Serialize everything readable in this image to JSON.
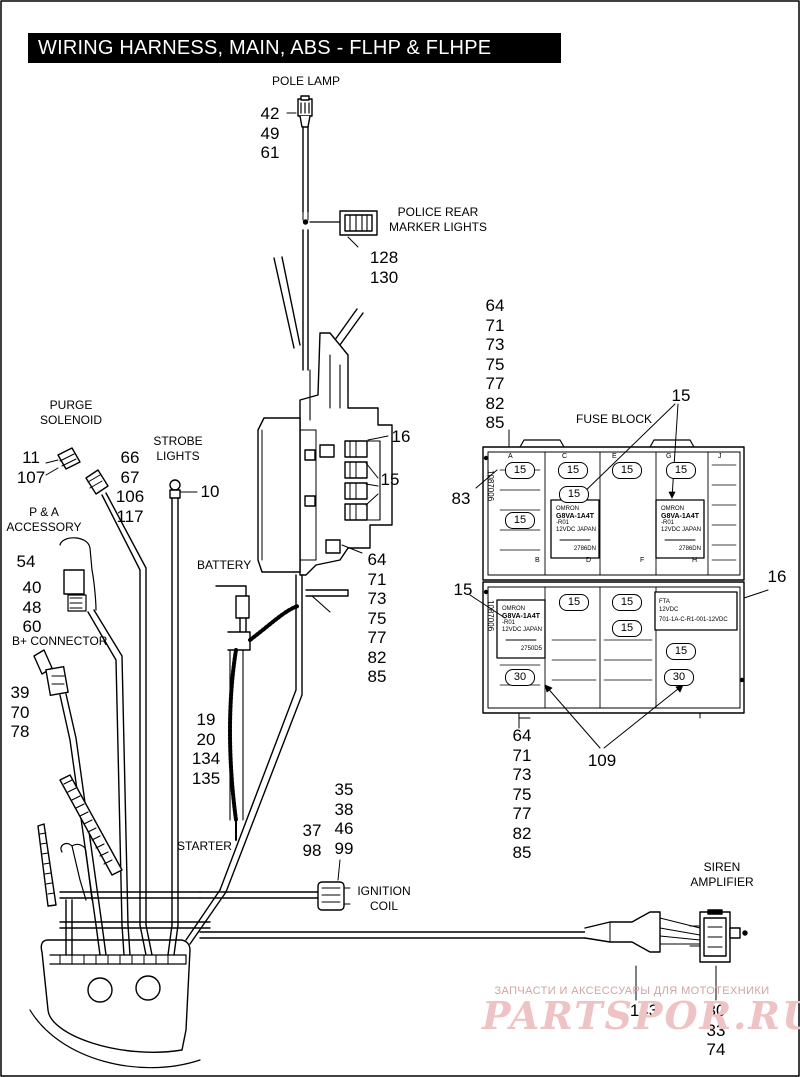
{
  "title": "WIRING HARNESS, MAIN, ABS - FLHP & FLHPE",
  "labels": {
    "pole_lamp": "POLE LAMP",
    "police_rear_marker": [
      "POLICE REAR",
      "MARKER LIGHTS"
    ],
    "purge_solenoid": [
      "PURGE",
      "SOLENOID"
    ],
    "strobe_lights": [
      "STROBE",
      "LIGHTS"
    ],
    "pa_accessory": [
      "P & A",
      "ACCESSORY"
    ],
    "b_plus_connector": "B+ CONNECTOR",
    "battery": "BATTERY",
    "starter": "STARTER",
    "ignition_coil": [
      "IGNITION",
      "COIL"
    ],
    "siren_amplifier": [
      "SIREN",
      "AMPLIFIER"
    ],
    "fuse_block": "FUSE BLOCK"
  },
  "callouts": {
    "pole_lamp_parts": [
      "42",
      "49",
      "61"
    ],
    "rear_marker_parts": [
      "128",
      "130"
    ],
    "purge_left": [
      "11",
      "107"
    ],
    "purge_right": [
      "66",
      "67",
      "106",
      "117"
    ],
    "strobe": "10",
    "pa_top": "54",
    "pa_parts": [
      "40",
      "48",
      "60"
    ],
    "bplus_parts": [
      "39",
      "70",
      "78"
    ],
    "battery_parts": [
      "19",
      "20",
      "134",
      "135"
    ],
    "starter_top": [
      "35",
      "38",
      "46",
      "99"
    ],
    "starter_left": [
      "37",
      "98"
    ],
    "harness_16": "16",
    "harness_15": "15",
    "harness_terminals": [
      "64",
      "71",
      "73",
      "75",
      "77",
      "82",
      "85"
    ],
    "fuse_top_terminals": [
      "64",
      "71",
      "73",
      "75",
      "77",
      "82",
      "85"
    ],
    "fuse_bottom_terminals": [
      "64",
      "71",
      "73",
      "75",
      "77",
      "82",
      "85"
    ],
    "fuse_15_top": "15",
    "fuse_83": "83",
    "fuse_15_left": "15",
    "fuse_16_right": "16",
    "fuse_109": "109",
    "siren_143": "143",
    "siren_parts": [
      "30",
      "33",
      "74"
    ]
  },
  "fuse_block": {
    "upper_fuses": [
      "15",
      "15",
      "15",
      "15",
      "15",
      "15"
    ],
    "lower_fuses": [
      "15",
      "15",
      "15",
      "15",
      "30",
      "30"
    ],
    "relay_text": [
      "OMRON",
      "G8VA-1A4T",
      "-R01",
      "12VDC",
      "JAPAN"
    ],
    "relay_code": "2786DN",
    "lower_relay_code": "2750D5",
    "right_module": [
      "FTA",
      "12VDC",
      "701-1A-C-R1-001-12VDC"
    ],
    "column_letters_top": [
      "A",
      "C",
      "E",
      "G",
      "J"
    ],
    "column_letters_bottom": [
      "B",
      "D",
      "F",
      "H"
    ],
    "part_number_side": "1087006"
  },
  "watermark": {
    "line1": "ЗАПЧАСТИ И АКСЕССУАРЫ ДЛЯ МОТОТЕХНИКИ",
    "line2": "PARTSPOR.RU"
  }
}
